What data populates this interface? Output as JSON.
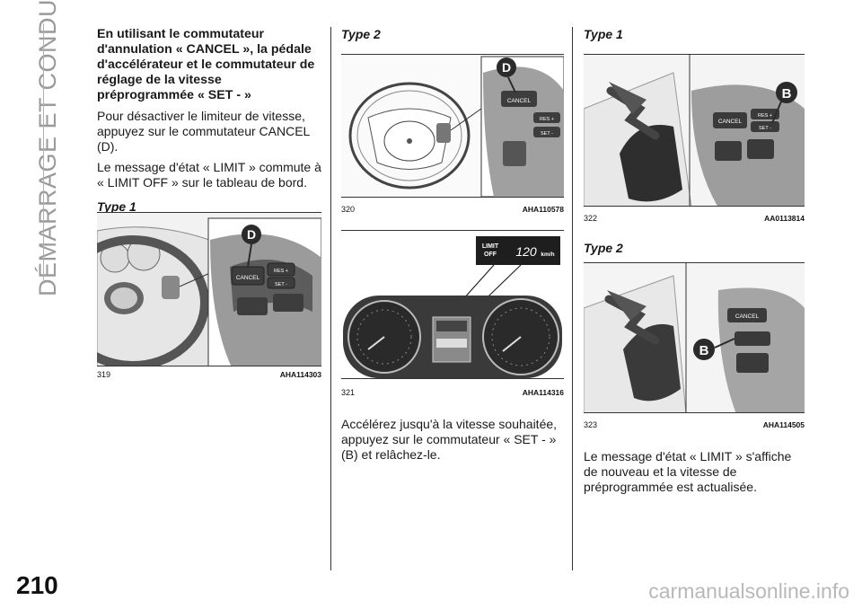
{
  "page": {
    "section_title": "DÉMARRAGE ET CONDUITE",
    "page_number": "210",
    "watermark": "carmanualsonline.info"
  },
  "col1": {
    "heading": "En utilisant le commutateur d'annulation « CANCEL », la pédale d'accélérateur et le commutateur de réglage de la vitesse préprogrammée « SET - »",
    "para1": "Pour désactiver le limiteur de vitesse, appuyez sur le commutateur CANCEL (D).",
    "para2": "Le message d'état « LIMIT » commute à « LIMIT OFF » sur le tableau de bord.",
    "type_label": "Type 1"
  },
  "col2": {
    "type_label": "Type 2",
    "para1": "Accélérez jusqu'à la vitesse souhaitée, appuyez sur le commutateur « SET - » (B) et relâchez-le."
  },
  "col3": {
    "type_label_1": "Type 1",
    "type_label_2": "Type 2",
    "para1": "Le message d'état « LIMIT » s'affiche de nouveau et la vitesse de préprogrammée est actualisée."
  },
  "figures": {
    "f319": {
      "number": "319",
      "ref": "AHA114303",
      "callout": "D",
      "btn_cancel": "CANCEL",
      "btn_res": "RES +",
      "btn_set": "SET -"
    },
    "f320": {
      "number": "320",
      "ref": "AHA110578",
      "callout": "D",
      "btn_cancel": "CANCEL",
      "btn_res": "RES +",
      "btn_set": "SET -"
    },
    "f321": {
      "number": "321",
      "ref": "AHA114316",
      "limit": "LIMIT",
      "off": "OFF",
      "speed": "120",
      "unit": "km/h"
    },
    "f322": {
      "number": "322",
      "ref": "AA0113814",
      "callout": "B",
      "btn_cancel": "CANCEL",
      "btn_res": "RES +",
      "btn_set": "SET -"
    },
    "f323": {
      "number": "323",
      "ref": "AHA114505",
      "callout": "B",
      "btn_cancel": "CANCEL"
    }
  }
}
